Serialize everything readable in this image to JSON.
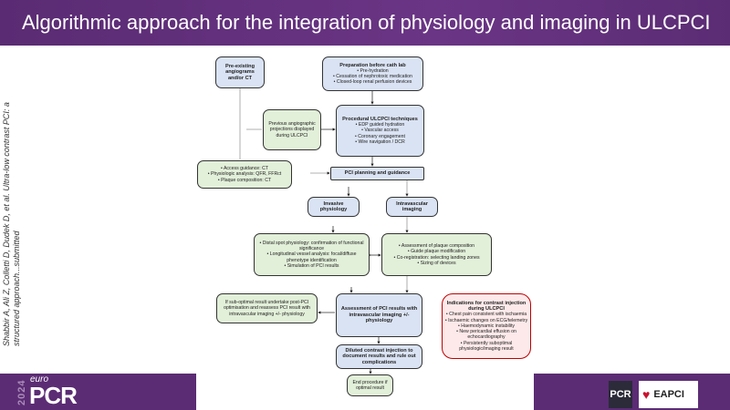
{
  "title": "Algorithmic approach for the integration of physiology and imaging in ULCPCI",
  "citation": "Shabbir A, Ali Z, Colletti D, Dudek D, et al. Ultra-low contrast PCI: a structured approach...submitted",
  "boxes": {
    "preexisting": {
      "title": "Pre-existing angiograms and/or CT"
    },
    "preparation": {
      "title": "Preparation before cath lab",
      "items": [
        "Pre-hydration",
        "Cessation of nephrotoxic medication",
        "Closed-loop renal perfusion devices"
      ]
    },
    "previous": {
      "text": "Previous angiographic projections displayed during ULCPCI"
    },
    "procedural": {
      "title": "Procedural ULCPCI techniques",
      "items": [
        "EDP guided hydration",
        "Vascular access",
        "Coronary engagement",
        "Wire navigation / DCR"
      ]
    },
    "access": {
      "items": [
        "Access guidance: CT",
        "Physiologic analysis: QFR, FFRct",
        "Plaque composition: CT"
      ]
    },
    "planning": {
      "title": "PCI planning and guidance"
    },
    "invasive": {
      "title": "Invasive physiology"
    },
    "intravascular": {
      "title": "Intravascular imaging"
    },
    "physio_uses": {
      "items": [
        "Distal spot physiology: confirmation of functional significance",
        "Longitudinal vessel analysis: focal/diffuse phenotype identification",
        "Simulation of PCI results"
      ]
    },
    "imaging_uses": {
      "items": [
        "Assessment of plaque composition",
        "Guide plaque modification",
        "Co-registration: selecting landing zones",
        "Sizing of devices"
      ]
    },
    "suboptimal": {
      "text": "If sub-optimal result undertake post-PCI optimisation and reassess PCI result with intravascular imaging +/- physiology"
    },
    "assessment": {
      "title": "Assessment of PCI results with intravascular imaging +/- physiology"
    },
    "diluted": {
      "title": "Diluted contrast injection to document results and rule out complications"
    },
    "end": {
      "text": "End procedure if optimal result"
    },
    "indications": {
      "title": "Indications for contrast injection during ULCPCI",
      "items": [
        "Chest pain consistent with ischaemia",
        "Ischaemic changes on ECG/telemetry",
        "Haemodynamic instability",
        "New pericardial effusion on echocardiography",
        "Persistently suboptimal physiologic/imaging result"
      ]
    }
  },
  "footer": {
    "year": "2024",
    "euro": "euro",
    "pcr": "PCR",
    "pcr_logo": "PCR",
    "eapci": "EAPCI"
  }
}
